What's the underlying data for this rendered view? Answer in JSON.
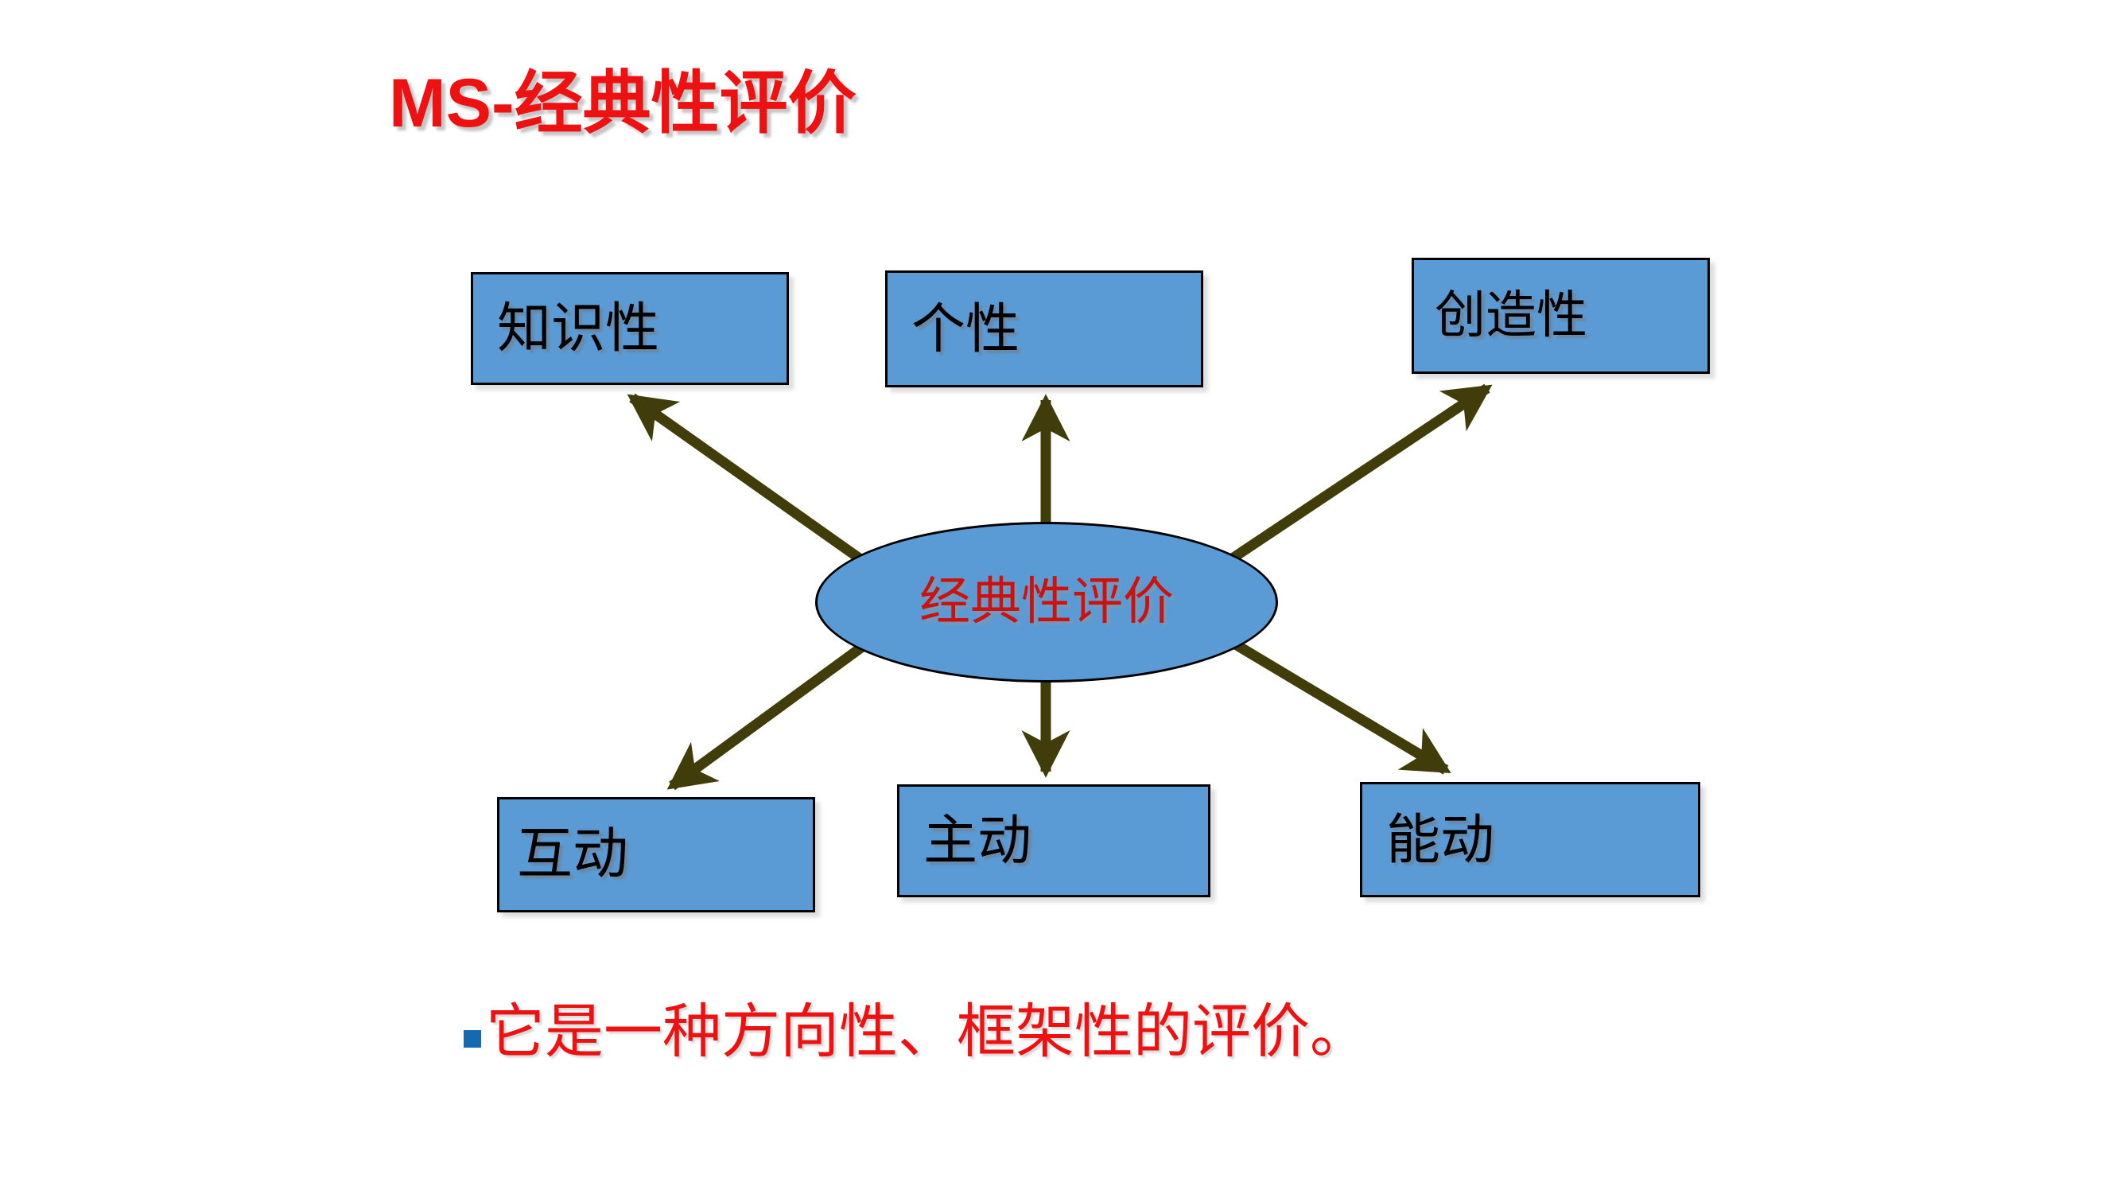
{
  "slide": {
    "title": "MS-经典性评价",
    "title_color": "#EE1111",
    "background_color": "#FFFFFF"
  },
  "diagram": {
    "type": "radial-hub-and-spoke",
    "hub": {
      "shape": "ellipse",
      "label": "经典性评价",
      "fill_color": "#5B9BD5",
      "border_color": "#000000",
      "text_color": "#CC1111"
    },
    "node_style": {
      "shape": "rectangle",
      "fill_color": "#5B9BD5",
      "border_color": "#000000",
      "text_color": "#000000"
    },
    "arrow_color": "#403D0A",
    "nodes": [
      {
        "id": "zhishixing",
        "label": "知识性",
        "position": "top-left"
      },
      {
        "id": "gexing",
        "label": "个性",
        "position": "top-center"
      },
      {
        "id": "chuangzaoxing",
        "label": "创造性",
        "position": "top-right"
      },
      {
        "id": "hudong",
        "label": "互动",
        "position": "bottom-left"
      },
      {
        "id": "zhudong",
        "label": "主动",
        "position": "bottom-center"
      },
      {
        "id": "nengdong",
        "label": "能动",
        "position": "bottom-right"
      }
    ]
  },
  "bullets": [
    {
      "marker": "square-bullet",
      "marker_color": "#1569B0",
      "text": "它是一种方向性、框架性的评价。",
      "text_color": "#EE1111"
    }
  ]
}
